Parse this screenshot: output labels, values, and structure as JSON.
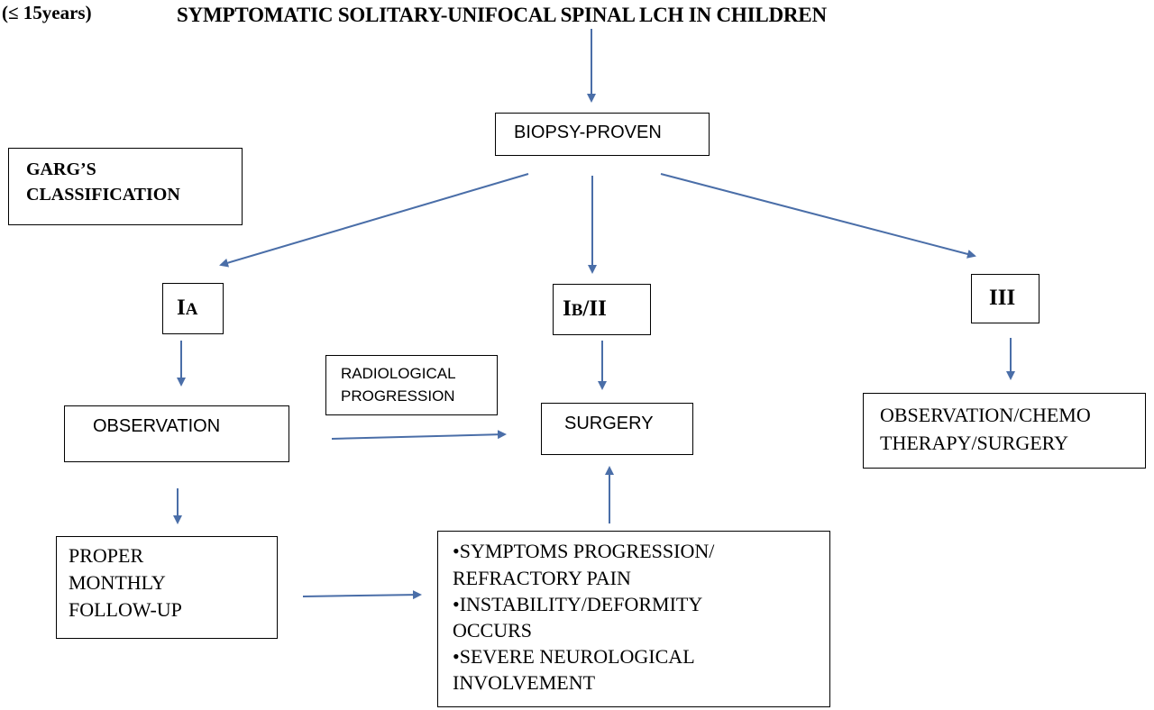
{
  "header": {
    "age_note": "(≤ 15years)",
    "title": "SYMPTOMATIC SOLITARY-UNIFOCAL SPINAL LCH IN CHILDREN"
  },
  "nodes": {
    "biopsy": "BIOPSY-PROVEN",
    "garg_line1": "GARG’S",
    "garg_line2": "CLASSIFICATION",
    "ia_main": "I",
    "ia_sub": "A",
    "ib_main": "I",
    "ib_sub": "B",
    "ib_rest": "/II",
    "iii": "III",
    "observation": "OBSERVATION",
    "radiological_line1": "RADIOLOGICAL",
    "radiological_line2": "PROGRESSION",
    "surgery": "SURGERY",
    "obs_chemo_line1": "OBSERVATION/CHEMO",
    "obs_chemo_line2": "THERAPY/SURGERY",
    "followup_line1": "PROPER",
    "followup_line2": "MONTHLY",
    "followup_line3": "FOLLOW-UP",
    "criteria": [
      "•SYMPTOMS PROGRESSION/",
      "REFRACTORY PAIN",
      "•INSTABILITY/DEFORMITY",
      "OCCURS",
      "•SEVERE NEUROLOGICAL",
      "INVOLVEMENT"
    ]
  },
  "colors": {
    "arrow": "#4a6ea8",
    "border": "#000000"
  }
}
